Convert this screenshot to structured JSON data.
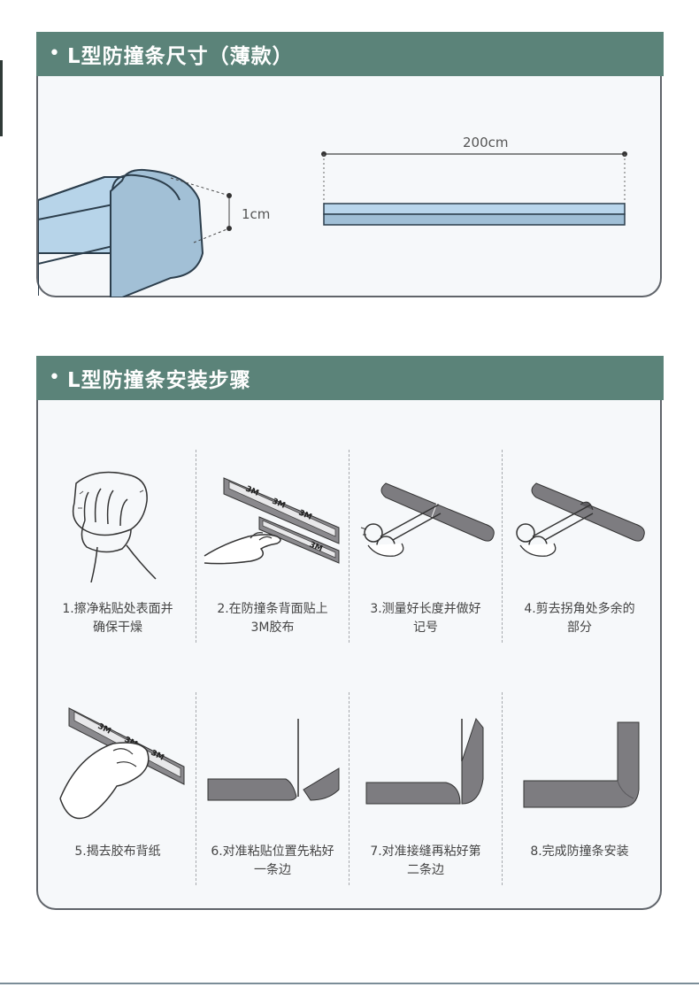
{
  "section1": {
    "bullet": "•",
    "title": "L型防撞条尺寸（薄款）",
    "dim_thickness": "1cm",
    "dim_length": "200cm"
  },
  "section2": {
    "bullet": "•",
    "title": "L型防撞条安装步骤",
    "steps": [
      {
        "line1": "1.擦净粘贴处表面并",
        "line2": "确保干燥"
      },
      {
        "line1": "2.在防撞条背面贴上",
        "line2": "3M胶布"
      },
      {
        "line1": "3.测量好长度并做好",
        "line2": "记号"
      },
      {
        "line1": "4.剪去拐角处多余的",
        "line2": "部分"
      },
      {
        "line1": "5.揭去胶布背纸",
        "line2": ""
      },
      {
        "line1": "6.对准粘贴位置先粘好",
        "line2": "一条边"
      },
      {
        "line1": "7.对准接缝再粘好第",
        "line2": "二条边"
      },
      {
        "line1": "8.完成防撞条安装",
        "line2": ""
      }
    ],
    "tape_text": "3M"
  },
  "colors": {
    "header": "#5b8379",
    "strip_light": "#b5d3e8",
    "strip_blue": "#a3c1d8",
    "strip_gray": "#7d7c80"
  }
}
